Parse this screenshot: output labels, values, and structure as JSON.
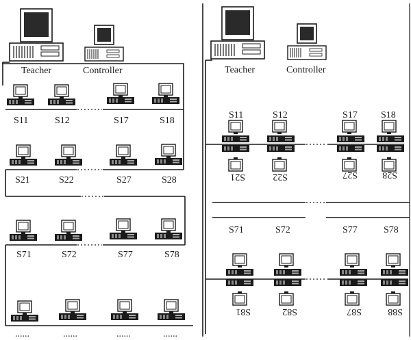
{
  "left_panel": {
    "teacher_label": "Teacher",
    "controller_label": "Controller",
    "rows": [
      {
        "labels": [
          "S11",
          "S12",
          "S17",
          "S18"
        ]
      },
      {
        "labels": [
          "S21",
          "S22",
          "S27",
          "S28"
        ]
      },
      {
        "labels": [
          "S71",
          "S72",
          "S77",
          "S78"
        ]
      },
      {
        "labels": [
          "......",
          "......",
          "......",
          "......"
        ]
      }
    ]
  },
  "right_panel": {
    "teacher_label": "Teacher",
    "controller_label": "Controller",
    "group1": {
      "top_labels": [
        "S11",
        "S12",
        "S17",
        "S18"
      ],
      "bottom_labels": [
        "S21",
        "S22",
        "S27",
        "S28"
      ]
    },
    "group2": {
      "top_labels": [
        "S71",
        "S72",
        "S77",
        "S78"
      ],
      "bottom_labels": [
        "S81",
        "S82",
        "S87",
        "S88"
      ]
    }
  },
  "icons": {
    "workstation": "computer-workstation-icon",
    "teacher": "teacher-computer-icon",
    "controller": "controller-computer-icon"
  },
  "colors": {
    "ink": "#1a1a1a",
    "screen": "#2a2a2a",
    "paper": "#ffffff"
  }
}
